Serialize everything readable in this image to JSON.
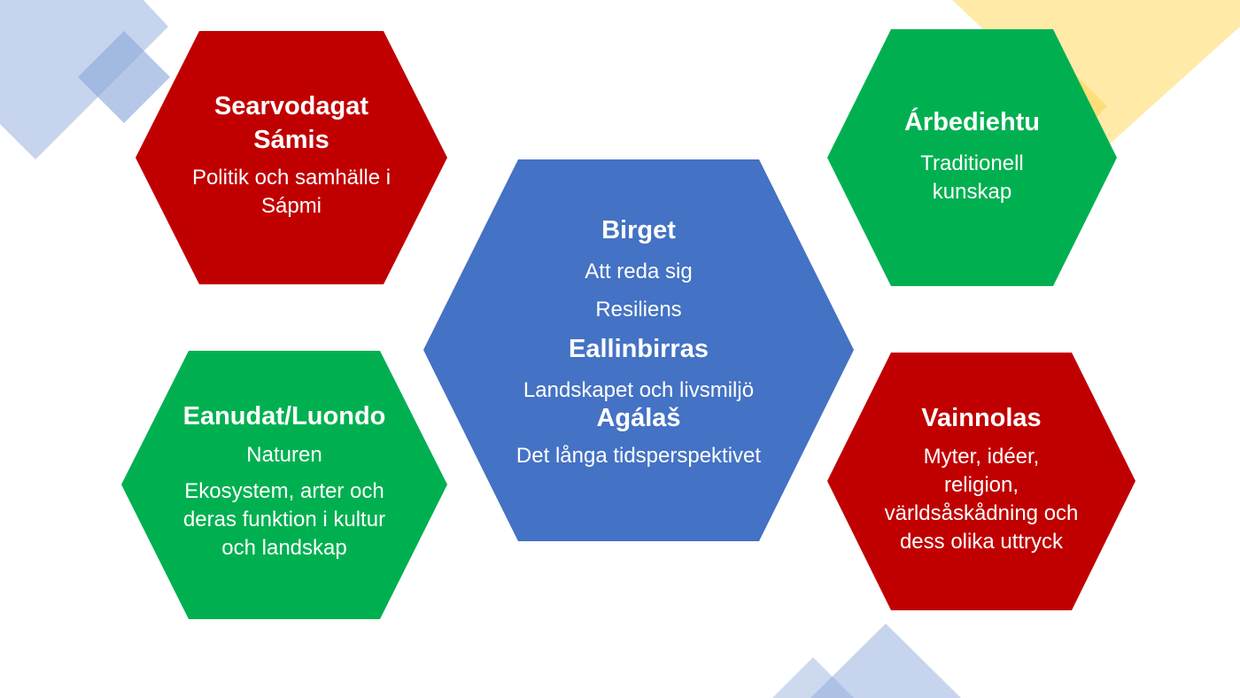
{
  "slide": {
    "colors": {
      "red": "#c00000",
      "green": "#00b050",
      "blue": "#4472c4",
      "deco_blue": "#8faadc",
      "deco_yellow": "#ffe699"
    },
    "center": {
      "title1": "Birget",
      "sub1a": "Att reda sig",
      "sub1b": "Resiliens",
      "title2": "Eallinbirras",
      "sub2": "Landskapet och livsmiljö",
      "title3": "Agálaš",
      "sub3": "Det långa tidsperspektivet"
    },
    "top_left": {
      "title_line1": "Searvodagat",
      "title_line2": "Sámis",
      "sub_line1": "Politik och samhälle i",
      "sub_line2": "Sápmi"
    },
    "top_right": {
      "title": "Árbediehtu",
      "sub_line1": "Traditionell",
      "sub_line2": "kunskap"
    },
    "bottom_left": {
      "title": "Eanudat/Luondo",
      "sub1": "Naturen",
      "sub2_line1": "Ekosystem, arter och",
      "sub2_line2": "deras funktion i kultur",
      "sub2_line3": "och landskap"
    },
    "bottom_right": {
      "title": "Vainnolas",
      "sub_line1": "Myter, idéer,",
      "sub_line2": "religion,",
      "sub_line3": "världsåskådning och",
      "sub_line4": "dess olika uttryck"
    }
  }
}
